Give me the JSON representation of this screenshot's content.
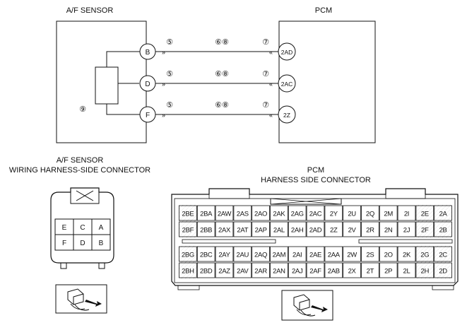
{
  "titles": {
    "af_sensor": "A/F SENSOR",
    "pcm": "PCM",
    "af_connector_line1": "A/F SENSOR",
    "af_connector_line2": "WIRING HARNESS-SIDE CONNECTOR",
    "pcm_connector_line1": "PCM",
    "pcm_connector_line2": "HARNESS SIDE CONNECTOR"
  },
  "wires": [
    {
      "sensor_pin": "B",
      "pcm_pin": "2AD",
      "markers": {
        "left": "⑤",
        "middle": "⑥⑧",
        "right": "⑦"
      }
    },
    {
      "sensor_pin": "D",
      "pcm_pin": "2AC",
      "markers": {
        "left": "⑤",
        "middle": "⑥⑧",
        "right": "⑦"
      }
    },
    {
      "sensor_pin": "F",
      "pcm_pin": "2Z",
      "markers": {
        "left": "⑤",
        "middle": "⑥⑧",
        "right": "⑦"
      }
    }
  ],
  "sensor_marker": "⑨",
  "af_connector": {
    "rows": [
      [
        "E",
        "C",
        "A"
      ],
      [
        "F",
        "D",
        "B"
      ]
    ]
  },
  "pcm_connector": {
    "upper_rows": [
      [
        "2BE",
        "2BA",
        "2AW",
        "2AS",
        "2AO",
        "2AK",
        "2AG",
        "2AC",
        "2Y",
        "2U",
        "2Q",
        "2M",
        "2I",
        "2E",
        "2A"
      ],
      [
        "2BF",
        "2BB",
        "2AX",
        "2AT",
        "2AP",
        "2AL",
        "2AH",
        "2AD",
        "2Z",
        "2V",
        "2R",
        "2N",
        "2J",
        "2F",
        "2B"
      ]
    ],
    "lower_rows": [
      [
        "2BG",
        "2BC",
        "2AY",
        "2AU",
        "2AQ",
        "2AM",
        "2AI",
        "2AE",
        "2AA",
        "2W",
        "2S",
        "2O",
        "2K",
        "2G",
        "2C"
      ],
      [
        "2BH",
        "2BD",
        "2AZ",
        "2AV",
        "2AR",
        "2AN",
        "2AJ",
        "2AF",
        "2AB",
        "2X",
        "2T",
        "2P",
        "2L",
        "2H",
        "2D"
      ]
    ]
  }
}
